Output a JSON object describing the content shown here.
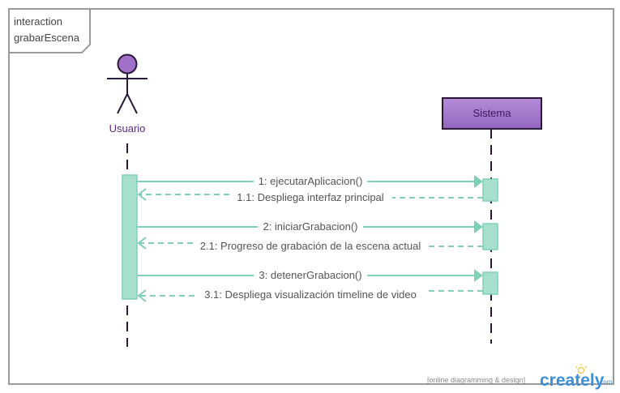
{
  "frame": {
    "label_line1": "interaction",
    "label_line2": "grabarEscena"
  },
  "actor": {
    "name": "Usuario"
  },
  "system": {
    "name": "Sistema"
  },
  "messages": [
    {
      "text": "1: ejecutarAplicacion()",
      "kind": "call"
    },
    {
      "text": "1.1: Despliega interfaz principal",
      "kind": "return"
    },
    {
      "text": "2: iniciarGrabacion()",
      "kind": "call"
    },
    {
      "text": "2.1: Progreso de grabación de la escena actual",
      "kind": "return"
    },
    {
      "text": "3: detenerGrabacion()",
      "kind": "call"
    },
    {
      "text": "3.1: Despliega visualización timeline de video",
      "kind": "return"
    }
  ],
  "watermark": {
    "tagline": "[online diagramming & design]",
    "brand": "creately",
    "suffix": ".com"
  },
  "colors": {
    "teal": "#80d0b8",
    "activation_fill": "#a8e0d0",
    "purple": "#a070c8",
    "purple_dark": "#3c1a54"
  }
}
